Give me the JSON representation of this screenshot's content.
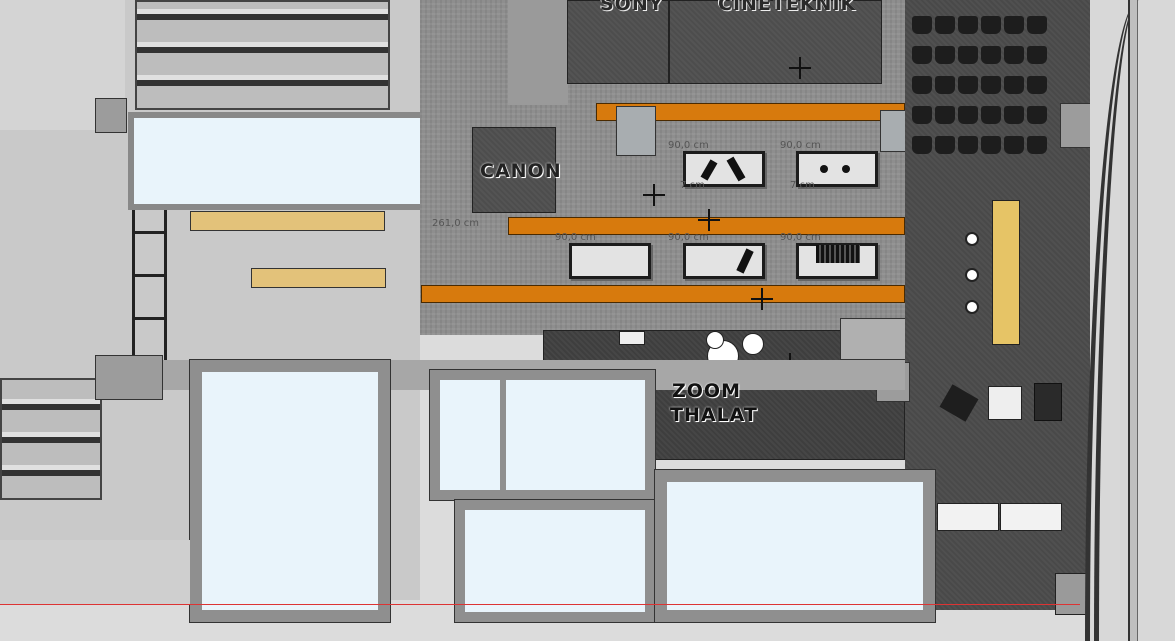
{
  "booths": {
    "sony": "SONY",
    "cineteknik": "CINETEKNIK",
    "canon": "CANON",
    "zoom_line1": "ZOOM",
    "zoom_line2": "THALAT"
  },
  "dimensions": {
    "table_dim": "90,0 cm",
    "table_depth": "7 cm",
    "canon_width": "261,0 cm"
  },
  "colors": {
    "shelf_orange": "#d77a0d",
    "carpet_dark": "#4d4d4d",
    "floor_mid": "#8e8e8e",
    "glass": "#e9f4fb",
    "table_yellow": "#e6c466"
  }
}
